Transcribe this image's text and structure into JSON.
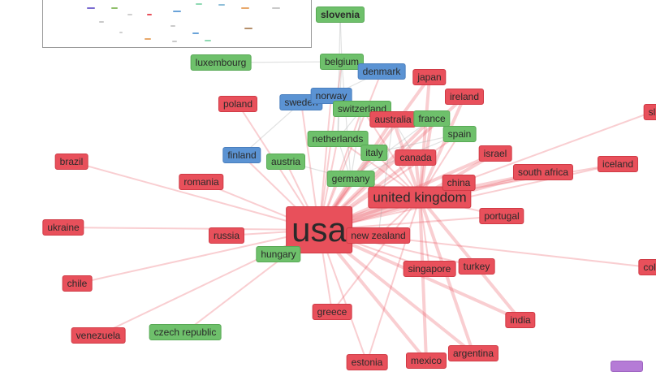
{
  "graph": {
    "nodes": [
      {
        "id": "usa",
        "label": "usa",
        "color": "#e8505b",
        "group": "red"
      },
      {
        "id": "uk",
        "label": "united kingdom",
        "color": "#e8505b",
        "group": "red"
      },
      {
        "id": "slovenia",
        "label": "slovenia",
        "color": "#6ec06b",
        "group": "green"
      },
      {
        "id": "luxembourg",
        "label": "luxembourg",
        "color": "#6ec06b",
        "group": "green"
      },
      {
        "id": "belgium",
        "label": "belgium",
        "color": "#6ec06b",
        "group": "green"
      },
      {
        "id": "denmark",
        "label": "denmark",
        "color": "#5b93d3",
        "group": "blue"
      },
      {
        "id": "japan",
        "label": "japan",
        "color": "#e8505b",
        "group": "red"
      },
      {
        "id": "poland",
        "label": "poland",
        "color": "#e8505b",
        "group": "red"
      },
      {
        "id": "sweden",
        "label": "sweden",
        "color": "#5b93d3",
        "group": "blue"
      },
      {
        "id": "norway",
        "label": "norway",
        "color": "#5b93d3",
        "group": "blue"
      },
      {
        "id": "switzerland",
        "label": "switzerland",
        "color": "#6ec06b",
        "group": "green"
      },
      {
        "id": "ireland",
        "label": "ireland",
        "color": "#e8505b",
        "group": "red"
      },
      {
        "id": "australia",
        "label": "australia",
        "color": "#e8505b",
        "group": "red"
      },
      {
        "id": "france",
        "label": "france",
        "color": "#6ec06b",
        "group": "green"
      },
      {
        "id": "spain",
        "label": "spain",
        "color": "#6ec06b",
        "group": "green"
      },
      {
        "id": "netherlands",
        "label": "netherlands",
        "color": "#6ec06b",
        "group": "green"
      },
      {
        "id": "brazil",
        "label": "brazil",
        "color": "#e8505b",
        "group": "red"
      },
      {
        "id": "finland",
        "label": "finland",
        "color": "#5b93d3",
        "group": "blue"
      },
      {
        "id": "austria",
        "label": "austria",
        "color": "#6ec06b",
        "group": "green"
      },
      {
        "id": "italy",
        "label": "italy",
        "color": "#6ec06b",
        "group": "green"
      },
      {
        "id": "canada",
        "label": "canada",
        "color": "#e8505b",
        "group": "red"
      },
      {
        "id": "israel",
        "label": "israel",
        "color": "#e8505b",
        "group": "red"
      },
      {
        "id": "iceland",
        "label": "iceland",
        "color": "#e8505b",
        "group": "red"
      },
      {
        "id": "south_africa",
        "label": "south africa",
        "color": "#e8505b",
        "group": "red"
      },
      {
        "id": "romania",
        "label": "romania",
        "color": "#e8505b",
        "group": "red"
      },
      {
        "id": "germany",
        "label": "germany",
        "color": "#6ec06b",
        "group": "green"
      },
      {
        "id": "china",
        "label": "china",
        "color": "#e8505b",
        "group": "red"
      },
      {
        "id": "ukraine",
        "label": "ukraine",
        "color": "#e8505b",
        "group": "red"
      },
      {
        "id": "portugal",
        "label": "portugal",
        "color": "#e8505b",
        "group": "red"
      },
      {
        "id": "russia",
        "label": "russia",
        "color": "#e8505b",
        "group": "red"
      },
      {
        "id": "new_zealand",
        "label": "new zealand",
        "color": "#e8505b",
        "group": "red"
      },
      {
        "id": "hungary",
        "label": "hungary",
        "color": "#6ec06b",
        "group": "green"
      },
      {
        "id": "singapore",
        "label": "singapore",
        "color": "#e8505b",
        "group": "red"
      },
      {
        "id": "turkey",
        "label": "turkey",
        "color": "#e8505b",
        "group": "red"
      },
      {
        "id": "chile",
        "label": "chile",
        "color": "#e8505b",
        "group": "red"
      },
      {
        "id": "greece",
        "label": "greece",
        "color": "#e8505b",
        "group": "red"
      },
      {
        "id": "india",
        "label": "india",
        "color": "#e8505b",
        "group": "red"
      },
      {
        "id": "venezuela",
        "label": "venezuela",
        "color": "#e8505b",
        "group": "red"
      },
      {
        "id": "czech_republic",
        "label": "czech republic",
        "color": "#6ec06b",
        "group": "green"
      },
      {
        "id": "argentina",
        "label": "argentina",
        "color": "#e8505b",
        "group": "red"
      },
      {
        "id": "estonia",
        "label": "estonia",
        "color": "#e8505b",
        "group": "red"
      },
      {
        "id": "mexico",
        "label": "mexico",
        "color": "#e8505b",
        "group": "red"
      },
      {
        "id": "partial_sl",
        "label": "sl",
        "color": "#e8505b",
        "group": "red"
      },
      {
        "id": "partial_col",
        "label": "col",
        "color": "#e8505b",
        "group": "red"
      },
      {
        "id": "partial_purple",
        "label": "",
        "color": "#b57bd6",
        "group": "purple"
      }
    ],
    "edges": [
      [
        "usa",
        "uk"
      ],
      [
        "usa",
        "brazil"
      ],
      [
        "usa",
        "ukraine"
      ],
      [
        "usa",
        "chile"
      ],
      [
        "usa",
        "venezuela"
      ],
      [
        "usa",
        "romania"
      ],
      [
        "usa",
        "russia"
      ],
      [
        "usa",
        "poland"
      ],
      [
        "usa",
        "finland"
      ],
      [
        "usa",
        "austria"
      ],
      [
        "usa",
        "germany"
      ],
      [
        "usa",
        "italy"
      ],
      [
        "usa",
        "netherlands"
      ],
      [
        "usa",
        "switzerland"
      ],
      [
        "usa",
        "australia"
      ],
      [
        "usa",
        "canada"
      ],
      [
        "usa",
        "japan"
      ],
      [
        "usa",
        "ireland"
      ],
      [
        "usa",
        "france"
      ],
      [
        "usa",
        "spain"
      ],
      [
        "usa",
        "israel"
      ],
      [
        "usa",
        "china"
      ],
      [
        "usa",
        "portugal"
      ],
      [
        "usa",
        "new_zealand"
      ],
      [
        "usa",
        "hungary"
      ],
      [
        "usa",
        "singapore"
      ],
      [
        "usa",
        "turkey"
      ],
      [
        "usa",
        "greece"
      ],
      [
        "usa",
        "india"
      ],
      [
        "usa",
        "argentina"
      ],
      [
        "usa",
        "estonia"
      ],
      [
        "usa",
        "mexico"
      ],
      [
        "usa",
        "czech_republic"
      ],
      [
        "usa",
        "south_africa"
      ],
      [
        "usa",
        "iceland"
      ],
      [
        "usa",
        "partial_col"
      ],
      [
        "usa",
        "sweden"
      ],
      [
        "usa",
        "norway"
      ],
      [
        "usa",
        "denmark"
      ],
      [
        "usa",
        "belgium"
      ],
      [
        "uk",
        "australia"
      ],
      [
        "uk",
        "canada"
      ],
      [
        "uk",
        "ireland"
      ],
      [
        "uk",
        "japan"
      ],
      [
        "uk",
        "israel"
      ],
      [
        "uk",
        "south_africa"
      ],
      [
        "uk",
        "iceland"
      ],
      [
        "uk",
        "partial_sl"
      ],
      [
        "uk",
        "china"
      ],
      [
        "uk",
        "france"
      ],
      [
        "uk",
        "spain"
      ],
      [
        "uk",
        "germany"
      ],
      [
        "uk",
        "italy"
      ],
      [
        "uk",
        "netherlands"
      ],
      [
        "uk",
        "new_zealand"
      ],
      [
        "uk",
        "portugal"
      ],
      [
        "uk",
        "india"
      ],
      [
        "uk",
        "singapore"
      ],
      [
        "uk",
        "mexico"
      ],
      [
        "uk",
        "argentina"
      ],
      [
        "uk",
        "estonia"
      ],
      [
        "uk",
        "switzerland"
      ],
      [
        "uk",
        "greece"
      ],
      [
        "germany",
        "netherlands"
      ],
      [
        "germany",
        "switzerland"
      ],
      [
        "germany",
        "belgium"
      ],
      [
        "germany",
        "austria"
      ],
      [
        "germany",
        "italy"
      ],
      [
        "germany",
        "france"
      ],
      [
        "germany",
        "spain"
      ],
      [
        "netherlands",
        "belgium"
      ],
      [
        "netherlands",
        "slovenia"
      ],
      [
        "netherlands",
        "switzerland"
      ],
      [
        "belgium",
        "luxembourg"
      ],
      [
        "belgium",
        "slovenia"
      ],
      [
        "switzerland",
        "france"
      ],
      [
        "sweden",
        "norway"
      ],
      [
        "norway",
        "denmark"
      ],
      [
        "sweden",
        "finland"
      ],
      [
        "italy",
        "spain"
      ],
      [
        "australia",
        "new_zealand"
      ],
      [
        "canada",
        "australia"
      ]
    ]
  },
  "minimap": {
    "items": [
      {
        "color": "#7a6bd0"
      },
      {
        "color": "#8fbf6a"
      },
      {
        "color": "#cfcfcf"
      },
      {
        "color": "#6aa3d9"
      },
      {
        "color": "#8fd9b3"
      },
      {
        "color": "#8fbfd9"
      },
      {
        "color": "#e8a86b"
      },
      {
        "color": "#c9c9c9"
      },
      {
        "color": "#c9c9c9"
      },
      {
        "color": "#e8505b"
      },
      {
        "color": "#6aa3d9"
      },
      {
        "color": "#b58f6b"
      },
      {
        "color": "#e8a86b"
      },
      {
        "color": "#cfcfcf"
      },
      {
        "color": "#8fd9b3"
      },
      {
        "color": "#c9c9c9"
      },
      {
        "color": "#c9c9c9"
      }
    ]
  }
}
